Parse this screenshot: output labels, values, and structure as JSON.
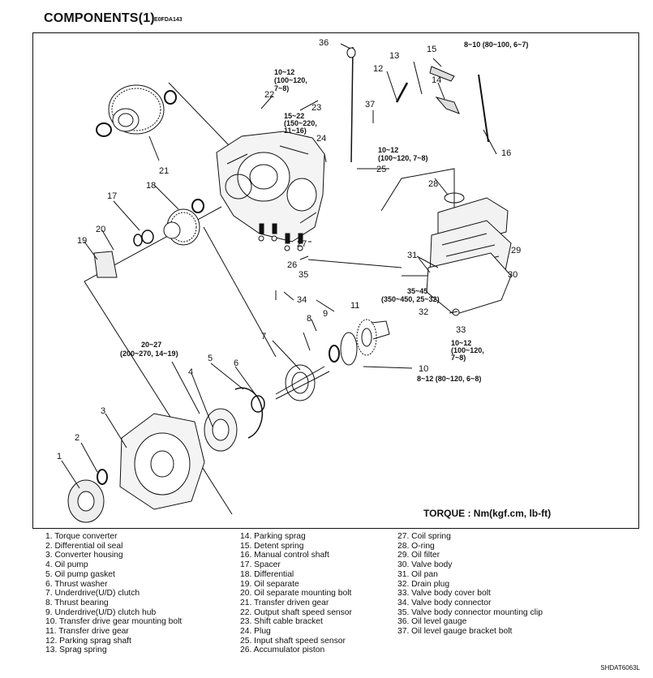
{
  "header": {
    "title": "COMPONENTS(1)",
    "code": "E0FDA143"
  },
  "diagram": {
    "callouts": [
      "1",
      "2",
      "3",
      "4",
      "5",
      "6",
      "7",
      "8",
      "9",
      "10",
      "11",
      "12",
      "13",
      "14",
      "15",
      "16",
      "17",
      "18",
      "19",
      "20",
      "21",
      "22",
      "23",
      "24",
      "25",
      "26",
      "27",
      "28",
      "29",
      "30",
      "31",
      "32",
      "33",
      "34",
      "35",
      "36",
      "37"
    ],
    "specs": {
      "s1": [
        "8~10 (80~100, 6~7)"
      ],
      "s2": [
        "10~12",
        "(100~120,",
        "7~8)"
      ],
      "s3": [
        "15~22",
        "(150~220,",
        "11~16)"
      ],
      "s4": [
        "10~12",
        "(100~120, 7~8)"
      ],
      "s5": [
        "35~45",
        "(350~450, 25~32)"
      ],
      "s6": [
        "10~12",
        "(100~120,",
        "7~8)"
      ],
      "s7": [
        "8~12 (80~120, 6~8)"
      ],
      "s8": [
        "20~27",
        "(200~270, 14~19)"
      ]
    },
    "torque_note": "TORQUE : Nm(kgf.cm, lb-ft)"
  },
  "legend": {
    "col1": [
      "1. Torque converter",
      "2. Differential oil seal",
      "3. Converter housing",
      "4. Oil pump",
      "5. Oil pump gasket",
      "6. Thrust washer",
      "7. Underdrive(U/D) clutch",
      "8. Thrust bearing",
      "9. Underdrive(U/D) clutch hub",
      "10. Transfer drive gear mounting bolt",
      "11. Transfer drive gear",
      "12. Parking sprag shaft",
      "13. Sprag spring"
    ],
    "col2": [
      "14. Parking sprag",
      "15. Detent spring",
      "16. Manual control shaft",
      "17. Spacer",
      "18. Differential",
      "19. Oil separate",
      "20. Oil separate mounting bolt",
      "21. Transfer driven gear",
      "22. Output shaft speed sensor",
      "23. Shift cable bracket",
      "24. Plug",
      "25. Input shaft speed sensor",
      "26. Accumulator piston"
    ],
    "col3": [
      "27. Coil spring",
      "28. O-ring",
      "29. Oil filter",
      "30. Valve body",
      "31. Oil pan",
      "32. Drain plug",
      "33. Valve body cover bolt",
      "34. Valve body connector",
      "35. Valve body connector mounting clip",
      "36. Oil level gauge",
      "37. Oil level gauge bracket bolt"
    ]
  },
  "footer": {
    "ref": "SHDAT6063L"
  }
}
